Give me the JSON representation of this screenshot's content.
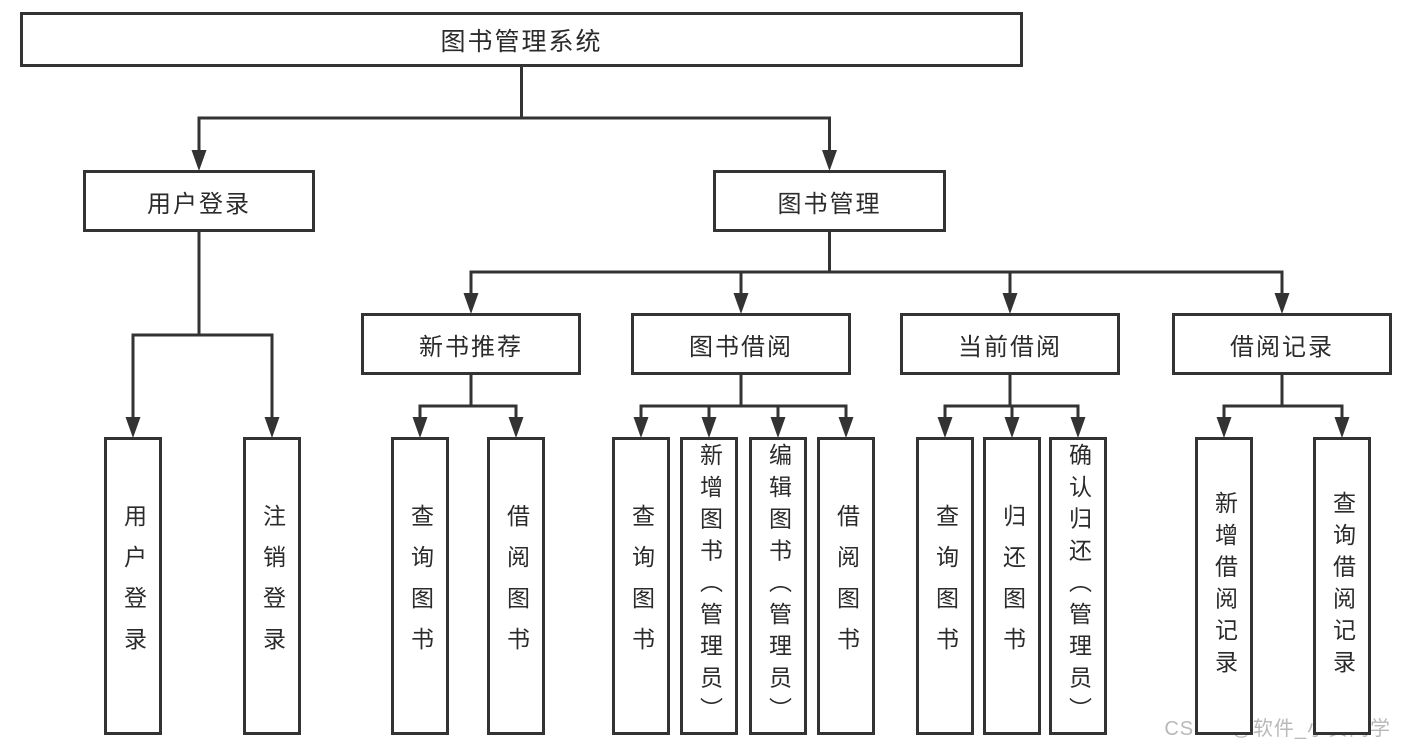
{
  "diagram": {
    "watermark": "CSDN @软件_小贺同学",
    "colors": {
      "line": "#333333",
      "box_border": "#333333",
      "text": "#2b2b2b",
      "watermark": "#b9b9b9",
      "background": "#ffffff"
    },
    "tree": {
      "id": "root",
      "label": "图书管理系统",
      "children": [
        {
          "id": "userLogin",
          "label": "用户登录",
          "children": [
            {
              "id": "login",
              "label": "用户登录"
            },
            {
              "id": "logout",
              "label": "注销登录"
            }
          ]
        },
        {
          "id": "bookMgmt",
          "label": "图书管理",
          "children": [
            {
              "id": "newRec",
              "label": "新书推荐",
              "children": [
                {
                  "id": "nr1",
                  "label": "查询图书"
                },
                {
                  "id": "nr2",
                  "label": "借阅图书"
                }
              ]
            },
            {
              "id": "bookBorrow",
              "label": "图书借阅",
              "children": [
                {
                  "id": "bb1",
                  "label": "查询图书"
                },
                {
                  "id": "bb2",
                  "label": "新增图书（管理员）"
                },
                {
                  "id": "bb3",
                  "label": "编辑图书（管理员）"
                },
                {
                  "id": "bb4",
                  "label": "借阅图书"
                }
              ]
            },
            {
              "id": "curBorrow",
              "label": "当前借阅",
              "children": [
                {
                  "id": "cb1",
                  "label": "查询图书"
                },
                {
                  "id": "cb2",
                  "label": "归还图书"
                },
                {
                  "id": "cb3",
                  "label": "确认归还（管理员）"
                }
              ]
            },
            {
              "id": "borRecords",
              "label": "借阅记录",
              "children": [
                {
                  "id": "br1",
                  "label": "新增借阅记录"
                },
                {
                  "id": "br2",
                  "label": "查询借阅记录"
                }
              ]
            }
          ]
        }
      ]
    }
  }
}
